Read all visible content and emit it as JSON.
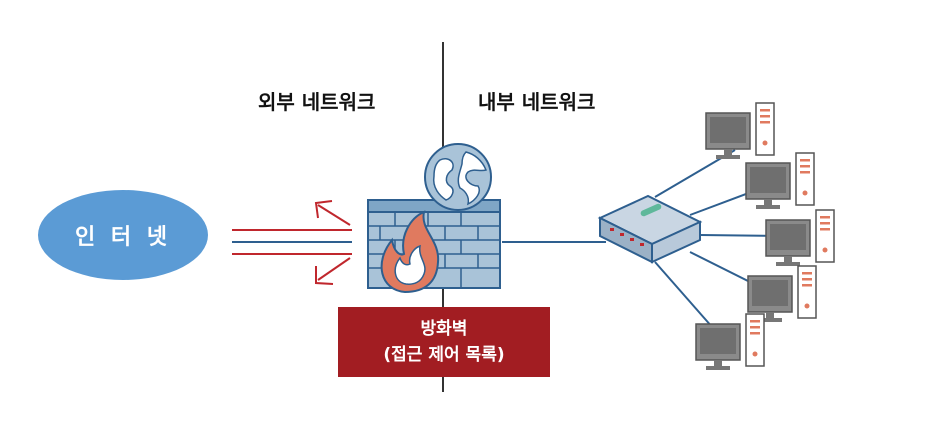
{
  "labels": {
    "external_network": "외부 네트워크",
    "internal_network": "내부 네트워크",
    "internet": "인 터 넷",
    "firewall_line1": "방화벽",
    "firewall_line2": "(접근 제어 목록)"
  },
  "colors": {
    "internet_fill": "#5b9bd5",
    "firewall_label_bg": "#a21d22",
    "arrow_red": "#c0272d",
    "line_blue": "#2e5f8f",
    "brick": "#a9c3d8",
    "flame": "#e07a5f"
  },
  "icons": [
    "globe-icon",
    "firewall-icon",
    "flame-icon",
    "switch-icon",
    "computer-icon"
  ]
}
